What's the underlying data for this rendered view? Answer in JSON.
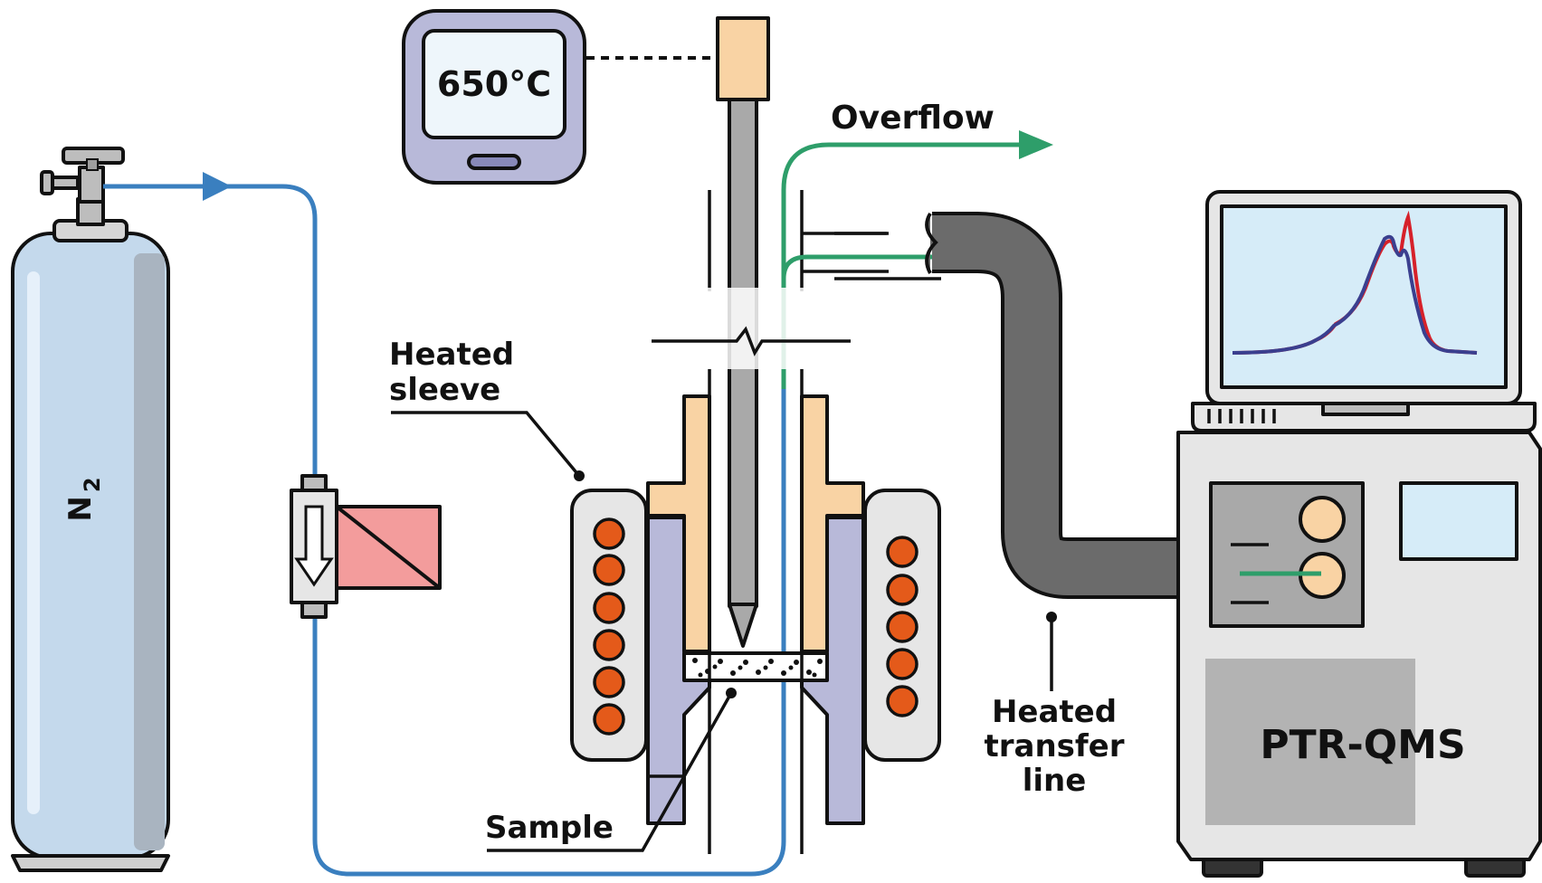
{
  "thermometer_display": "650°C",
  "labels": {
    "gas": "N",
    "gas_subscript": "2",
    "overflow": "Overflow",
    "heated_sleeve_line1": "Heated",
    "heated_sleeve_line2": "sleeve",
    "sample": "Sample",
    "transfer_line1": "Heated",
    "transfer_line2": "transfer",
    "transfer_line3": "line",
    "analyzer": "PTR-QMS"
  },
  "colors": {
    "gas_line": "#3a7fbf",
    "overflow_line": "#2e9e6a",
    "cylinder": "#c4d9ec",
    "sleeve": "#f9d3a4",
    "furnace_body": "#b8b9d9",
    "heater_coil": "#e45a1a",
    "mfc_actuator": "#f39c9c",
    "transfer_tube": "#6b6b6b",
    "instrument_body": "#e6e6e6",
    "spectrum_red": "#d6212a",
    "spectrum_blue": "#3a3f8f"
  }
}
